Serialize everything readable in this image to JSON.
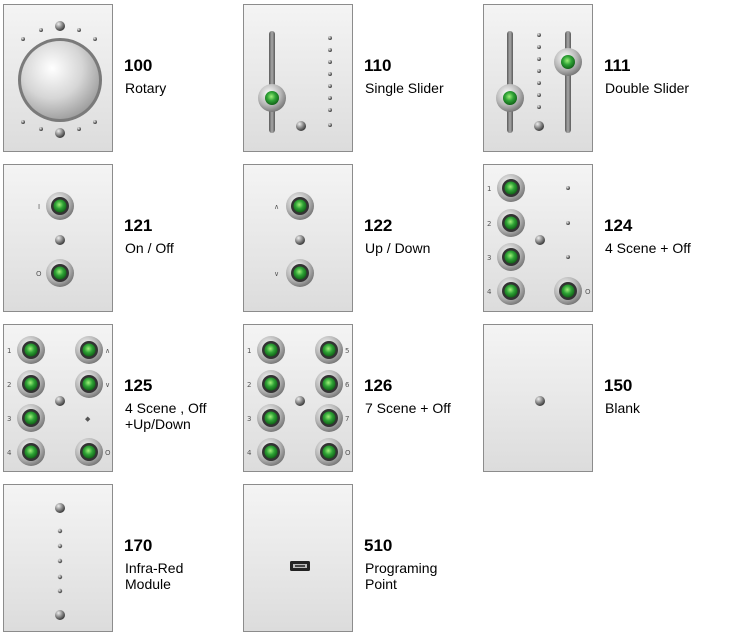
{
  "modules": [
    {
      "code": "100",
      "lines": [
        "Rotary"
      ]
    },
    {
      "code": "110",
      "lines": [
        "Single Slider"
      ]
    },
    {
      "code": "111",
      "lines": [
        "Double Slider"
      ]
    },
    {
      "code": "121",
      "lines": [
        "On / Off"
      ],
      "panel_labels": [
        "I",
        "O"
      ]
    },
    {
      "code": "122",
      "lines": [
        "Up / Down"
      ],
      "panel_labels": [
        "∧",
        "∨"
      ]
    },
    {
      "code": "124",
      "lines": [
        "4 Scene + Off"
      ],
      "panel_labels": [
        "1",
        "2",
        "3",
        "4",
        "O"
      ]
    },
    {
      "code": "125",
      "lines": [
        "4 Scene , Off",
        "+Up/Down"
      ],
      "panel_labels": [
        "1",
        "2",
        "3",
        "4",
        "∧",
        "∨",
        "◆",
        "O"
      ]
    },
    {
      "code": "126",
      "lines": [
        "7 Scene + Off"
      ],
      "panel_labels": [
        "1",
        "2",
        "3",
        "4",
        "5",
        "6",
        "7",
        "O"
      ]
    },
    {
      "code": "150",
      "lines": [
        "Blank"
      ]
    },
    {
      "code": "170",
      "lines": [
        "Infra-Red",
        "Module"
      ]
    },
    {
      "code": "510",
      "lines": [
        "Programing",
        "Point"
      ]
    }
  ],
  "colors": {
    "button_led": "#2fa336",
    "panel_border": "#8c8c8c",
    "panel_bg": "#e8e8e8"
  }
}
